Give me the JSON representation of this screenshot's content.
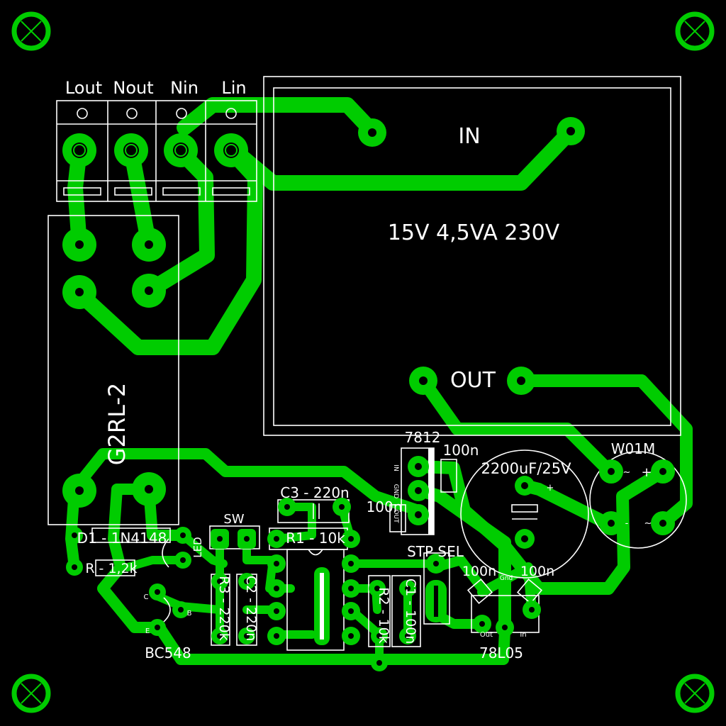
{
  "board": {
    "terminal_labels": [
      "Lout",
      "Nout",
      "Nin",
      "Lin"
    ],
    "transformer": {
      "pin_in": "IN",
      "pin_out": "OUT",
      "rating": "15V 4,5VA 230V"
    },
    "relay": "G2RL-2",
    "regulator_12v": "7812",
    "cap_100n_a": "100n",
    "cap_100n_b": "100n",
    "cap_100n_c": "100n",
    "cap_100n_d": "100n",
    "electrolytic": "2200uF/25V",
    "electrolytic_plus": "+",
    "bridge": "W01M",
    "bridge_plus": "+",
    "bridge_minus": "-",
    "bridge_ac1": "~",
    "bridge_ac2": "~",
    "reg_pin_in": "IN",
    "reg_pin_gnd": "GND",
    "reg_pin_out": "OUT",
    "c3": "C3 - 220n",
    "switch": "SW",
    "r1": "R1 - 10k",
    "diode": "D1 - 1N4148",
    "led": "LED",
    "r_led": "R - 1,2k",
    "r3": "R3 - 220k",
    "c2": "C2 - 220n",
    "r2": "R2 - 10k",
    "c1": "C1 - 100n",
    "jumper": "STP SEL",
    "regulator_5v": "78L05",
    "reg5_out": "Out",
    "reg5_gnd": "Gnd",
    "reg5_in": "In",
    "transistor": "BC548",
    "tr_c": "C",
    "tr_b": "B",
    "tr_e": "E"
  },
  "colors": {
    "background": "#000000",
    "copper": "#00cc00",
    "silkscreen": "#ffffff"
  }
}
